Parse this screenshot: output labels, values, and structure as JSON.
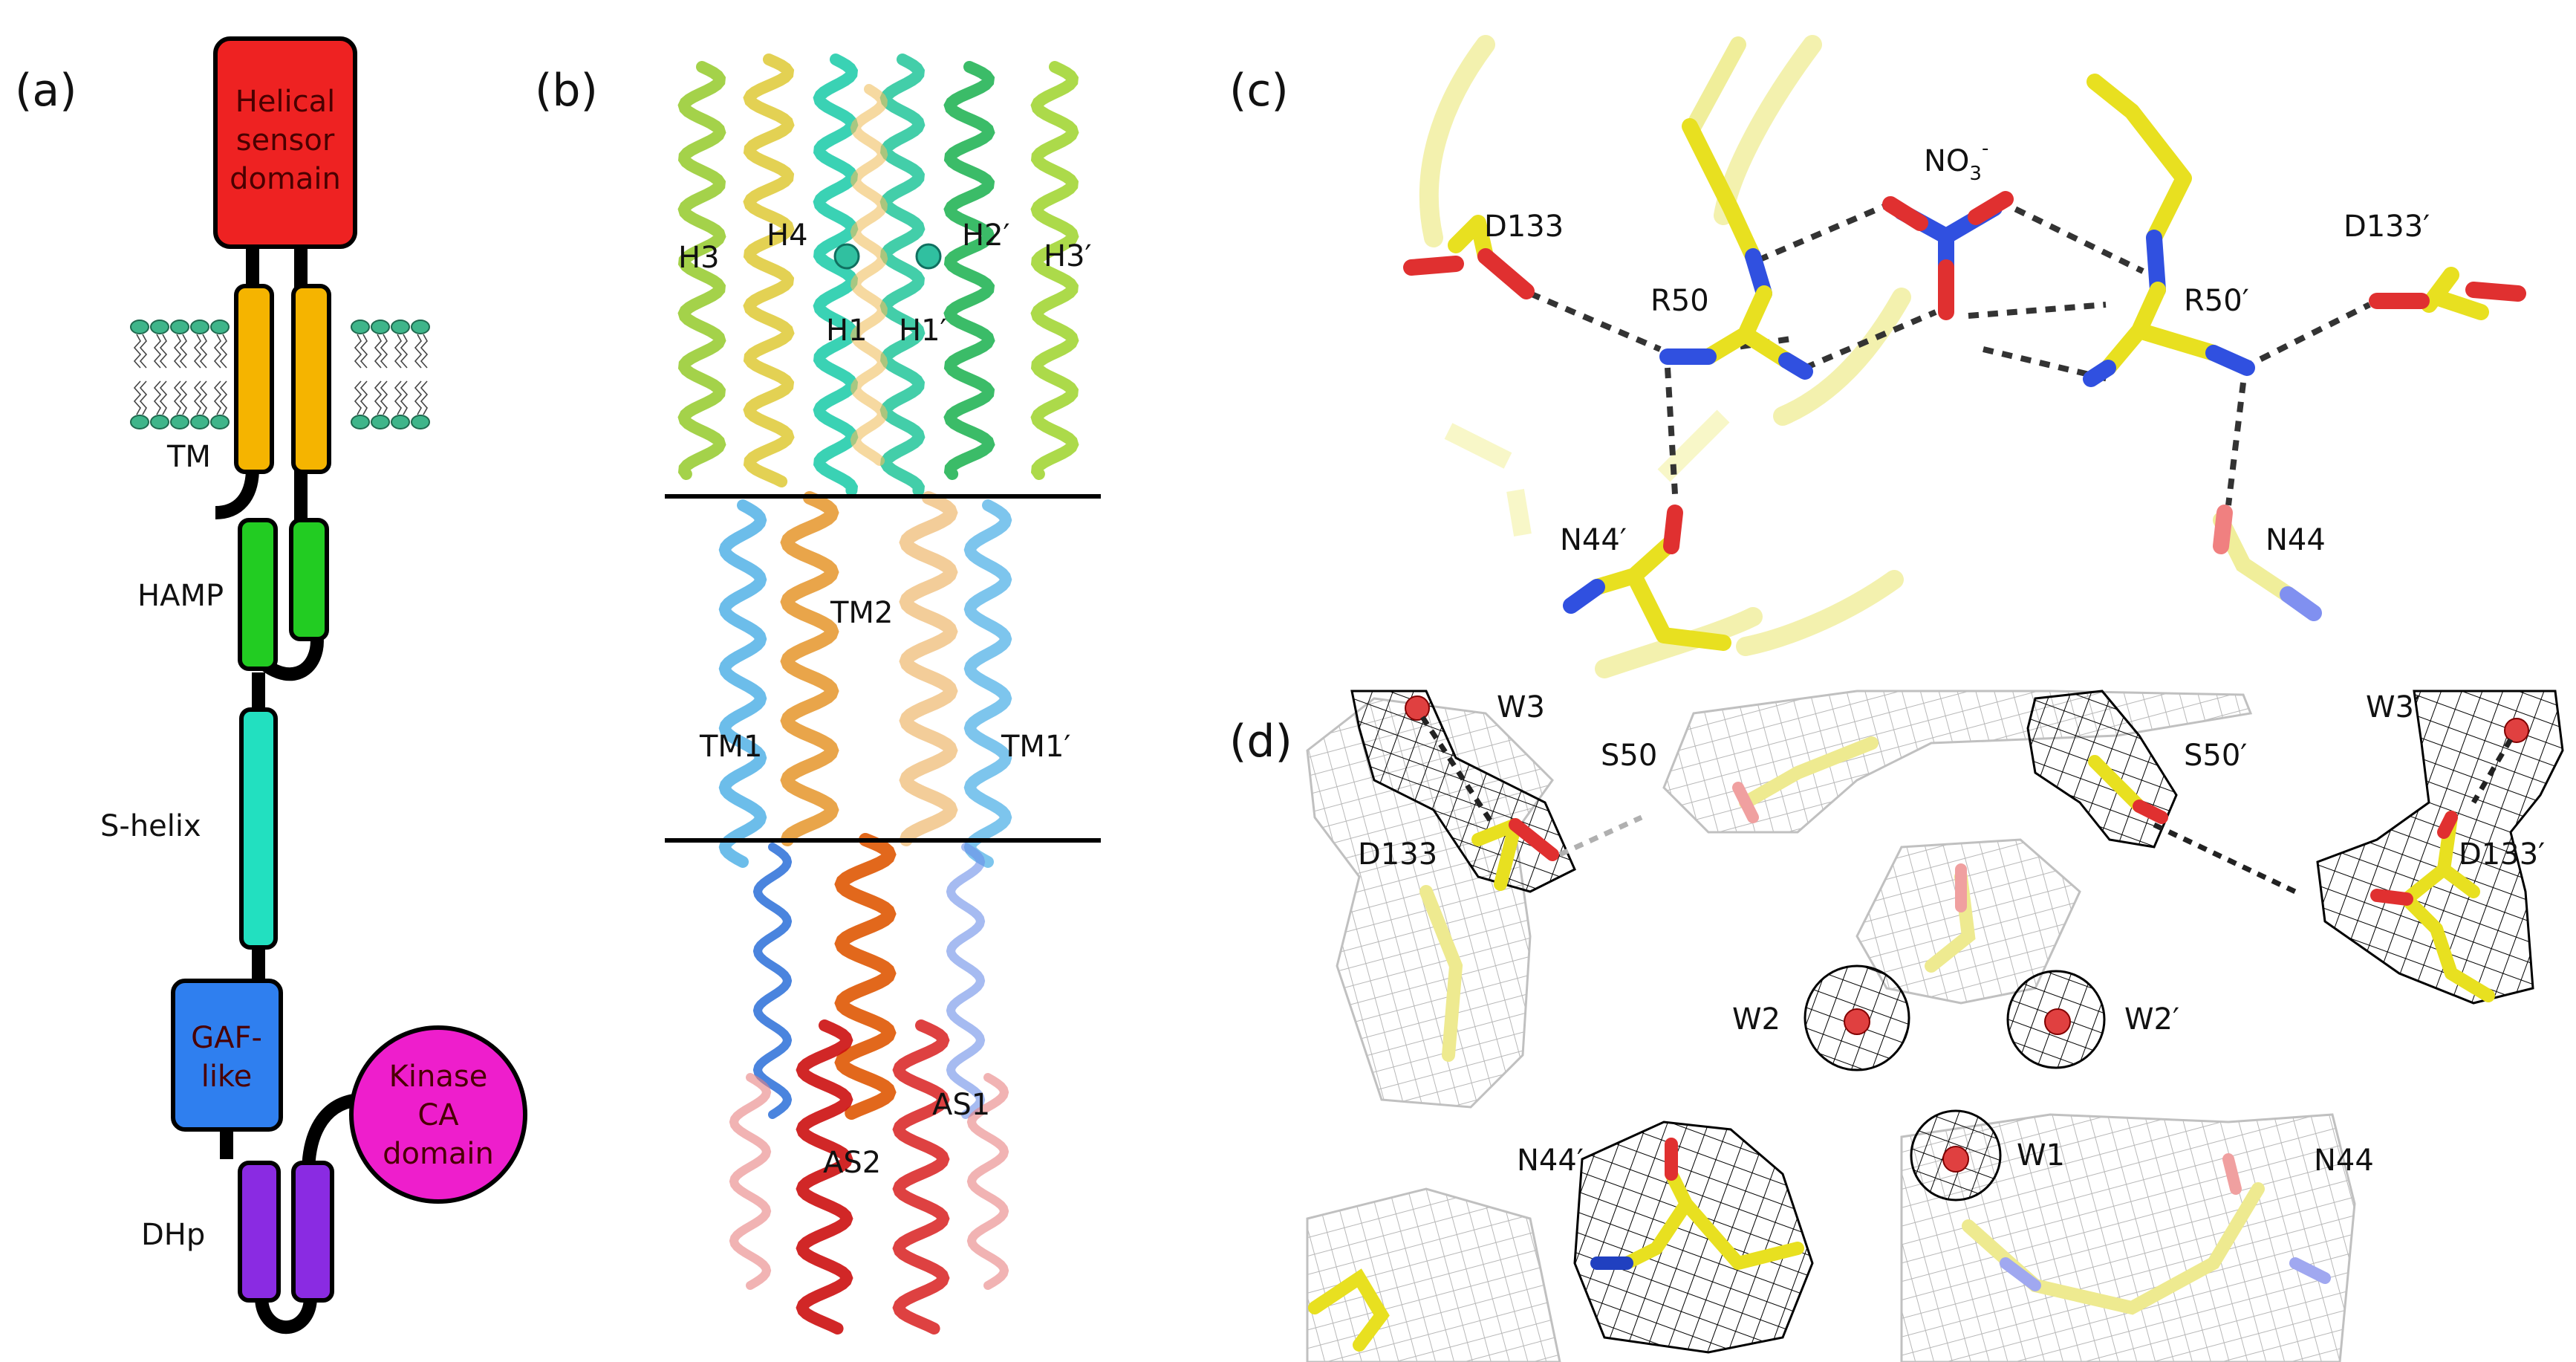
{
  "panels": {
    "a": "(a)",
    "b": "(b)",
    "c": "(c)",
    "d": "(d)"
  },
  "panel_a": {
    "sensor_line1": "Helical",
    "sensor_line2": "sensor",
    "sensor_line3": "domain",
    "tm": "TM",
    "hamp": "HAMP",
    "shelix": "S-helix",
    "gaf_line1": "GAF-",
    "gaf_line2": "like",
    "kinase_line1": "Kinase",
    "kinase_line2": "CA",
    "kinase_line3": "domain",
    "dhp": "DHp"
  },
  "panel_b": {
    "H3": "H3",
    "H4": "H4",
    "H2p": "H2′",
    "H3p": "H3′",
    "H1": "H1",
    "H1p": "H1′",
    "TM2": "TM2",
    "TM1": "TM1",
    "TM1p": "TM1′",
    "AS1": "AS1",
    "AS2": "AS2"
  },
  "panel_c": {
    "no3_base": "NO",
    "no3_sub": "3",
    "no3_sup": "-",
    "D133": "D133",
    "D133p": "D133′",
    "R50": "R50",
    "R50p": "R50′",
    "N44p": "N44′",
    "N44": "N44"
  },
  "panel_d": {
    "W3": "W3",
    "W3p": "W3′",
    "S50": "S50",
    "S50p": "S50′",
    "D133": "D133",
    "D133p": "D133′",
    "W2": "W2",
    "W2p": "W2′",
    "W1": "W1",
    "N44p": "N44′",
    "N44": "N44"
  },
  "colors": {
    "sensor": "#ee2222",
    "tm": "#f5b400",
    "hamp": "#22cc22",
    "shelix": "#22e0c0",
    "gaf": "#2f7fef",
    "kinase": "#ee1ecc",
    "dhp": "#8a2be2",
    "carbon": "#e8e020",
    "oxygen": "#e03030",
    "nitrogen": "#3050e0"
  }
}
